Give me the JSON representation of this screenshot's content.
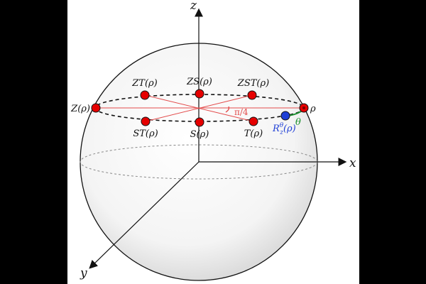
{
  "axes": {
    "z_label": "z",
    "x_label": "x",
    "y_label": "y"
  },
  "points": [
    {
      "id": "rho",
      "label": "ρ"
    },
    {
      "id": "Z",
      "label": "Z(ρ)"
    },
    {
      "id": "ZT",
      "label": "ZT(ρ)"
    },
    {
      "id": "ZS",
      "label": "ZS(ρ)"
    },
    {
      "id": "ZST",
      "label": "ZST(ρ)"
    },
    {
      "id": "ST",
      "label": "ST(ρ)"
    },
    {
      "id": "S",
      "label": "S(ρ)"
    },
    {
      "id": "T",
      "label": "T(ρ)"
    }
  ],
  "rotated_point": {
    "label_main": "R",
    "label_sup": "θ",
    "label_sub": "z",
    "label_arg": "(ρ)"
  },
  "annotations": {
    "angle_label": "π/4",
    "theta_label": "θ"
  },
  "colors": {
    "sphere_edge": "#111111",
    "equator_dashed": "#888888",
    "latitude_ring": "#111111",
    "point_fill": "#e60000",
    "rotated_fill": "#1f3fd6",
    "chord": "#e34b4b",
    "theta_arc": "#1a8f2e",
    "label_blue": "#1f3fd6"
  }
}
